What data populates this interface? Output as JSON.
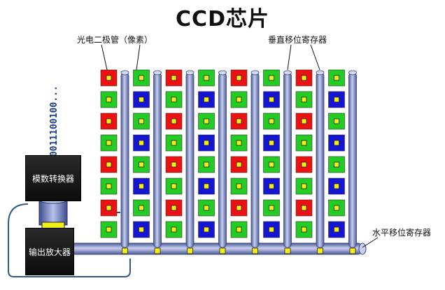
{
  "title": "CCD芯片",
  "labels": {
    "photodiode": "光电二极管（像素）",
    "vertical_register": "垂直移位寄存器",
    "horizontal_register": "水平移位寄存器",
    "adc": "模数转换器",
    "amplifier": "输出放大器",
    "binary_stream": "10011100100..."
  },
  "pixel_grid": {
    "rows": 8,
    "columns": 8,
    "cells": [
      [
        "red",
        "green",
        "red",
        "green",
        "red",
        "green",
        "red",
        "green"
      ],
      [
        "green",
        "blue",
        "green",
        "blue",
        "green",
        "blue",
        "green",
        "blue"
      ],
      [
        "red",
        "green",
        "red",
        "green",
        "red",
        "green",
        "red",
        "green"
      ],
      [
        "green",
        "blue",
        "green",
        "blue",
        "green",
        "blue",
        "green",
        "blue"
      ],
      [
        "red",
        "green",
        "red",
        "green",
        "red",
        "green",
        "red",
        "green"
      ],
      [
        "green",
        "blue",
        "green",
        "blue",
        "green",
        "blue",
        "green",
        "blue"
      ],
      [
        "red",
        "green",
        "red",
        "green",
        "red",
        "green",
        "red",
        "green"
      ],
      [
        "green",
        "blue",
        "green",
        "blue",
        "green",
        "blue",
        "green",
        "blue"
      ]
    ]
  },
  "colors": {
    "red": "#ee1111",
    "green": "#22cc22",
    "blue": "#1515d6",
    "pixel_center": "#f2ee1a",
    "register": "#9aa7d4",
    "register_dark": "#5d6aa4",
    "outline": "#2e5a8a"
  }
}
